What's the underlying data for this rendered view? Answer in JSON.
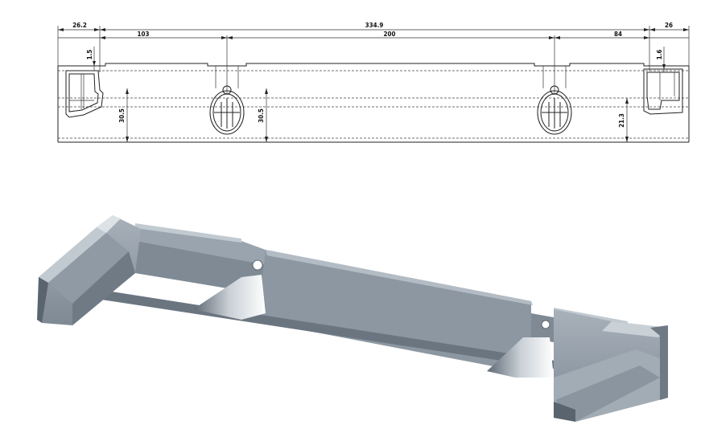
{
  "drawing": {
    "dimensions": {
      "d_26_2": "26.2",
      "d_334_9": "334.9",
      "d_26": "26",
      "d_103": "103",
      "d_200": "200",
      "d_84": "84",
      "d_1_5": "1.5",
      "d_1_6": "1.6",
      "d_30_5_a": "30.5",
      "d_30_5_b": "30.5",
      "d_21_3": "21.3"
    }
  },
  "render": {
    "colors": {
      "line": "#222222",
      "metal_light": "#b7c0c8",
      "metal_mid": "#95a0aa",
      "metal_dark": "#6c7782",
      "metal_shadow": "#525c66"
    }
  }
}
